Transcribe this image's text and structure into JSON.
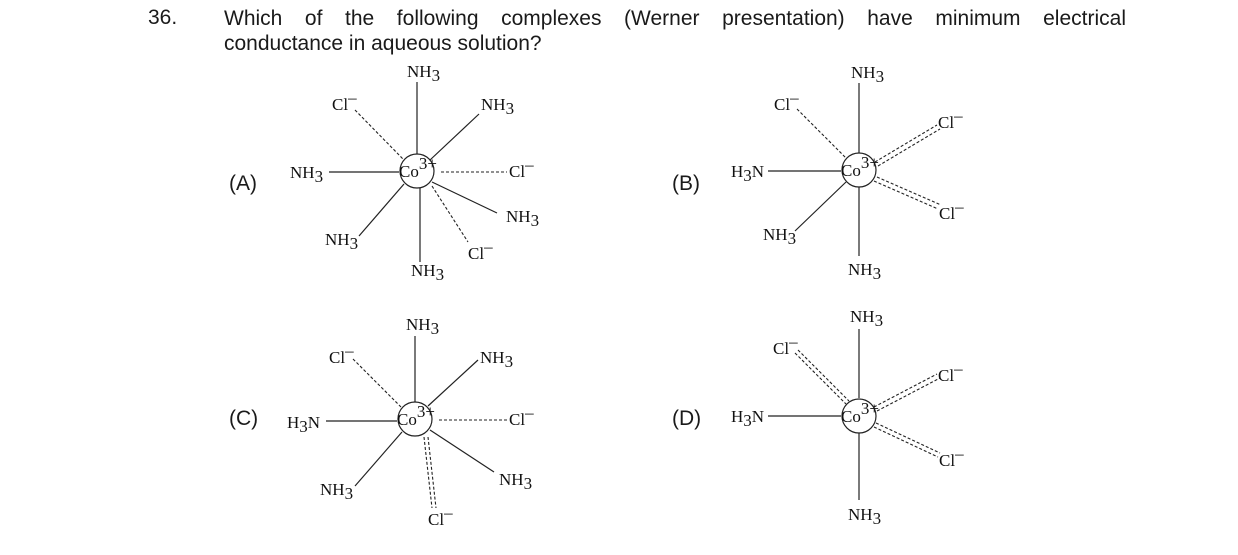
{
  "question": {
    "number": "36.",
    "line1": "Which of the following complexes (Werner presentation) have minimum electrical",
    "line2": "conductance in aqueous solution?"
  },
  "options": {
    "A": "(A)",
    "B": "(B)",
    "C": "(C)",
    "D": "(D)"
  },
  "chem": {
    "NH": "NH",
    "H": "H",
    "N": "N",
    "three": "3",
    "Cl": "Cl",
    "minus": "–",
    "Co": "Co",
    "charge": "3+"
  }
}
